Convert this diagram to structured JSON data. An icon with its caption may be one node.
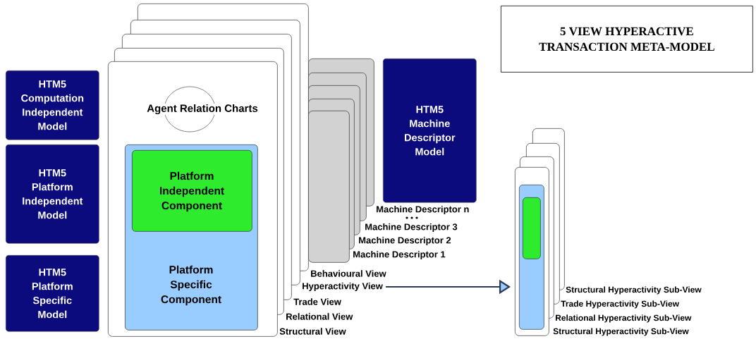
{
  "diagram": {
    "nodes": [
      {
        "text": [
          "5 VIEW HYPERACTIVE TRANSACTION META-MODEL"
        ]
      },
      {
        "text": [
          "HTM5 Computation Independent Model"
        ]
      },
      {
        "text": [
          "HTM5 Platform Independent Model"
        ]
      },
      {
        "text": [
          "HTM5 Platform Specific Model"
        ]
      },
      {
        "text": [
          "Behavioural View"
        ]
      },
      {
        "text": [
          "Hyperactivity View"
        ]
      },
      {
        "text": [
          "Trade View"
        ]
      },
      {
        "text": [
          "Relational View"
        ]
      },
      {
        "text": [
          "Structural View"
        ]
      },
      {
        "text": [
          "Agent Relation Charts"
        ]
      },
      {
        "text": [
          "Platform Specific Component"
        ],
        "in": 8
      },
      {
        "text": [
          "Platform Independent Component"
        ]
      },
      {
        "text": [
          "Machine Descriptor n"
        ]
      },
      {
        "text": [
          "Machine Descriptor 3"
        ]
      },
      {
        "text": [
          "Machine Descriptor 2"
        ]
      },
      {
        "text": [
          "Machine Descriptor 1"
        ]
      },
      {
        "text": [],
        "shape": "box"
      },
      {
        "text": [
          "HTM5 Machine Descriptor Model"
        ]
      },
      {
        "text": [
          "Structural Hyperactivity Sub-View"
        ]
      },
      {
        "text": [
          "Trade Hyperactivity Sub-View"
        ]
      },
      {
        "text": [
          "Relational Hyperactivity Sub-View"
        ]
      },
      {
        "text": [
          "Structural Hyperactivity Sub-View"
        ]
      },
      {
        "text": [],
        "shape": "box",
        "in": 21
      },
      {
        "text": [],
        "shape": "box",
        "in": 22
      }
    ],
    "edges": [
      {
        "from": 5,
        "to": 21,
        "arrow": "to"
      }
    ]
  }
}
